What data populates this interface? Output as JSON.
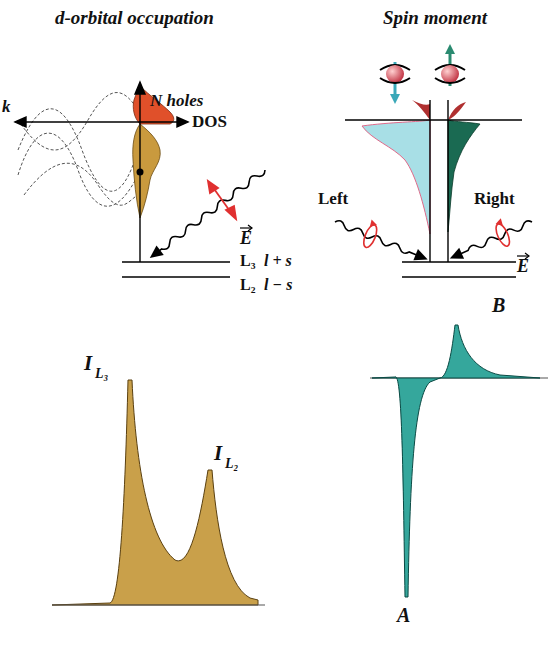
{
  "diagram": {
    "labels": [
      "d-orbital occupation",
      "Spin moment",
      "N holes",
      "k",
      "DOS",
      "E",
      "L₃",
      "l + s",
      "L₂",
      "l − s",
      "Left",
      "Right",
      "E",
      "I",
      "L₃",
      "I",
      "L₂",
      "A",
      "B"
    ]
  }
}
